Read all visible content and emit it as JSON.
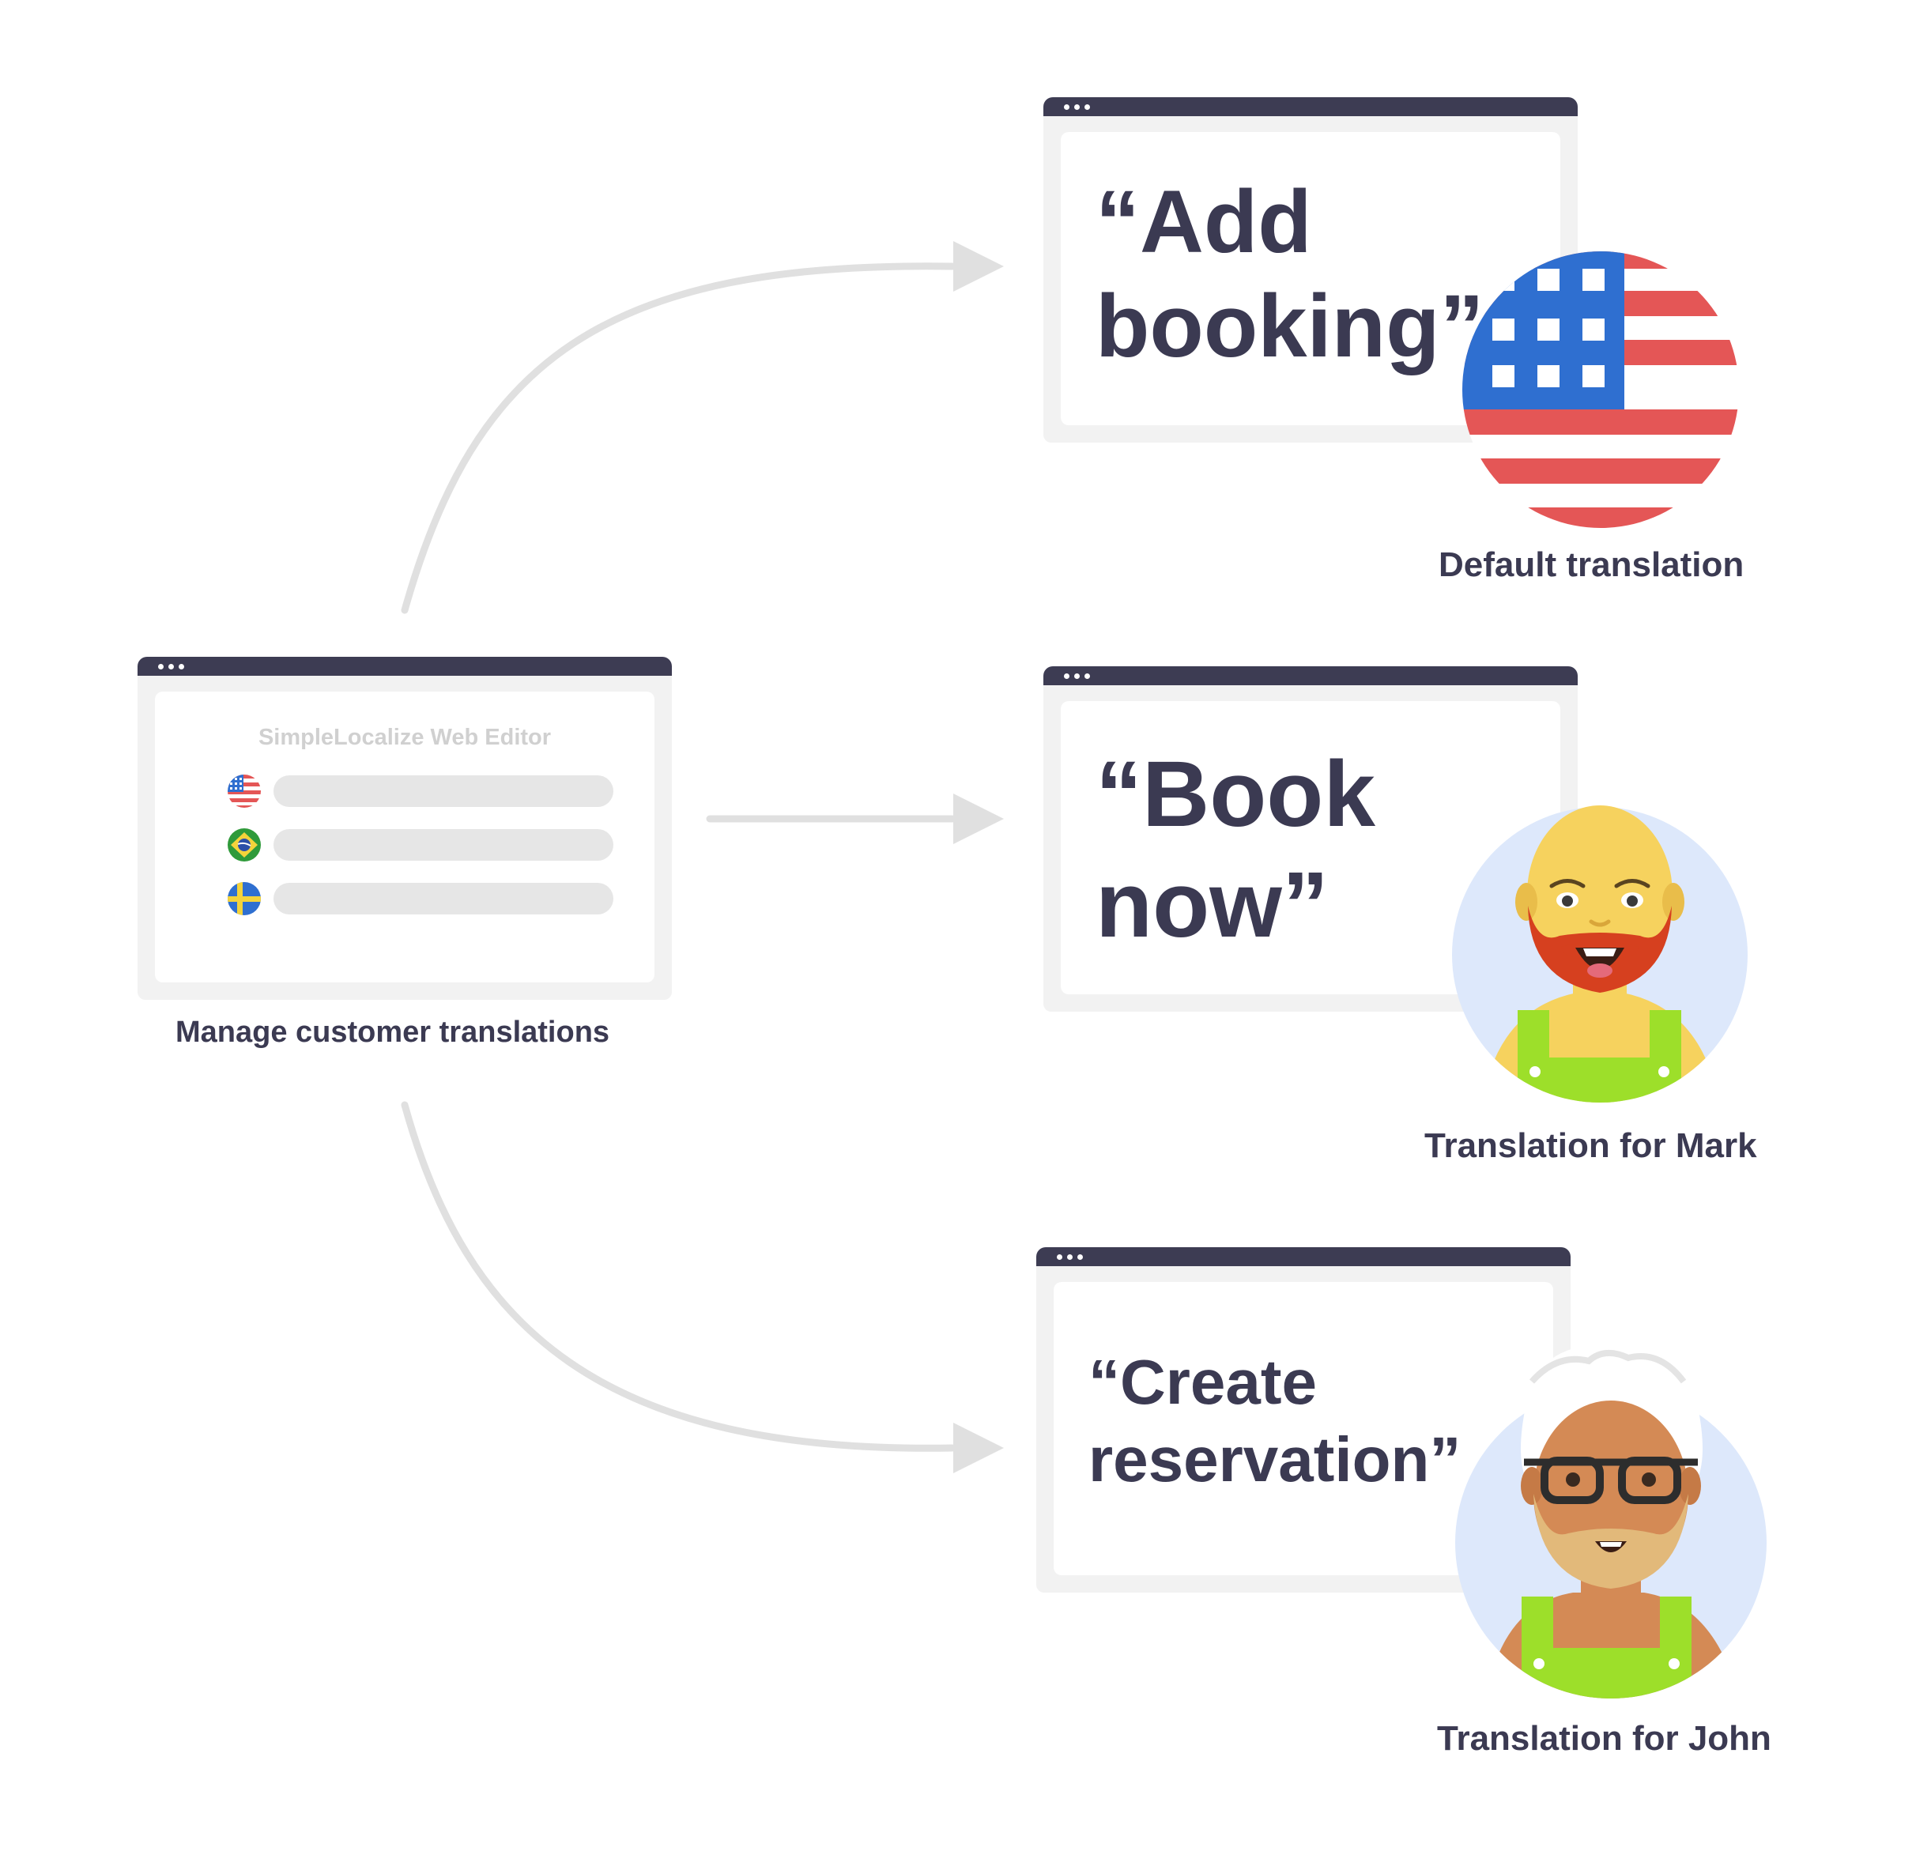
{
  "editor": {
    "title": "SimpleLocalize Web Editor",
    "caption": "Manage customer translations",
    "languages": [
      "us-flag-icon",
      "brazil-flag-icon",
      "sweden-flag-icon"
    ]
  },
  "targets": [
    {
      "quote": "“Add\nbooking”",
      "caption": "Default translation",
      "badge": "us-flag-icon"
    },
    {
      "quote": "“Book\nnow”",
      "caption": "Translation for Mark",
      "badge": "mark-avatar-icon"
    },
    {
      "quote": "“Create\nreservation”",
      "caption": "Translation for John",
      "badge": "john-avatar-icon"
    }
  ],
  "colors": {
    "dark": "#3b3a52",
    "arrow": "#e0e0e0",
    "frame": "#f2f2f2",
    "us_blue": "#2f6fd0",
    "us_red": "#e45656",
    "avatar_bg": "#dde8fb",
    "overalls_green": "#9ddf2a"
  }
}
